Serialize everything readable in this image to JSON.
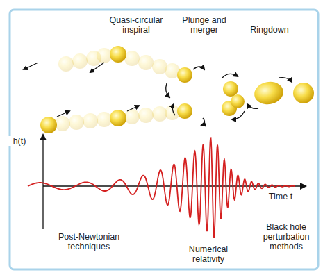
{
  "diagram": {
    "labels": [
      "Quasi-circular inspiral",
      "Plunge and merger",
      "Ringdown",
      "h(t)",
      "Time t",
      "Post-Newtonian techniques",
      "Numerical relativity",
      "Black hole perturbation methods"
    ]
  }
}
